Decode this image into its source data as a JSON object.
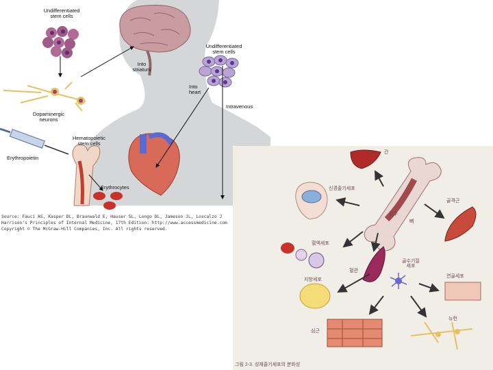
{
  "left_panel": {
    "labels": {
      "undiff_top": "Undifferentiated stem cells",
      "undiff_right": "Undifferentiated stem cells",
      "into_striatum": "Into striatum",
      "into_heart": "Into heart",
      "intravenous": "Intravenous",
      "dopaminergic": "Dopaminergic neurons",
      "hematopoietic": "Hematopoietic stem cells",
      "erythropoietin": "Erythropoietin",
      "erythrocytes": "Erythrocytes"
    },
    "credit": {
      "line1": "Source: Fauci AS, Kasper DL, Braunwald E, Hauser SL, Longo DL, Jameson JL, Loscalzo J",
      "line2": "Harrison's Principles of Internal Medicine, 17th Edition: http://www.accessmedicine.com",
      "line3": "Copyright © The McGraw-Hill Companies, Inc. All rights reserved."
    }
  },
  "right_panel": {
    "labels": {
      "liver": "간",
      "neural": "신경줄기세포",
      "skeletal_muscle": "골격근",
      "bone_marrow": "골수",
      "bone": "뼈",
      "blood_cells": "혈액세포",
      "blood_vessel": "혈관",
      "stromal": "골수기질세포",
      "adipocyte": "지방세포",
      "cartilage": "연골세포",
      "tendon": "뉴런",
      "cardiac": "심근"
    },
    "caption": "그림 2-3. 성체줄기세포의 분화성"
  }
}
